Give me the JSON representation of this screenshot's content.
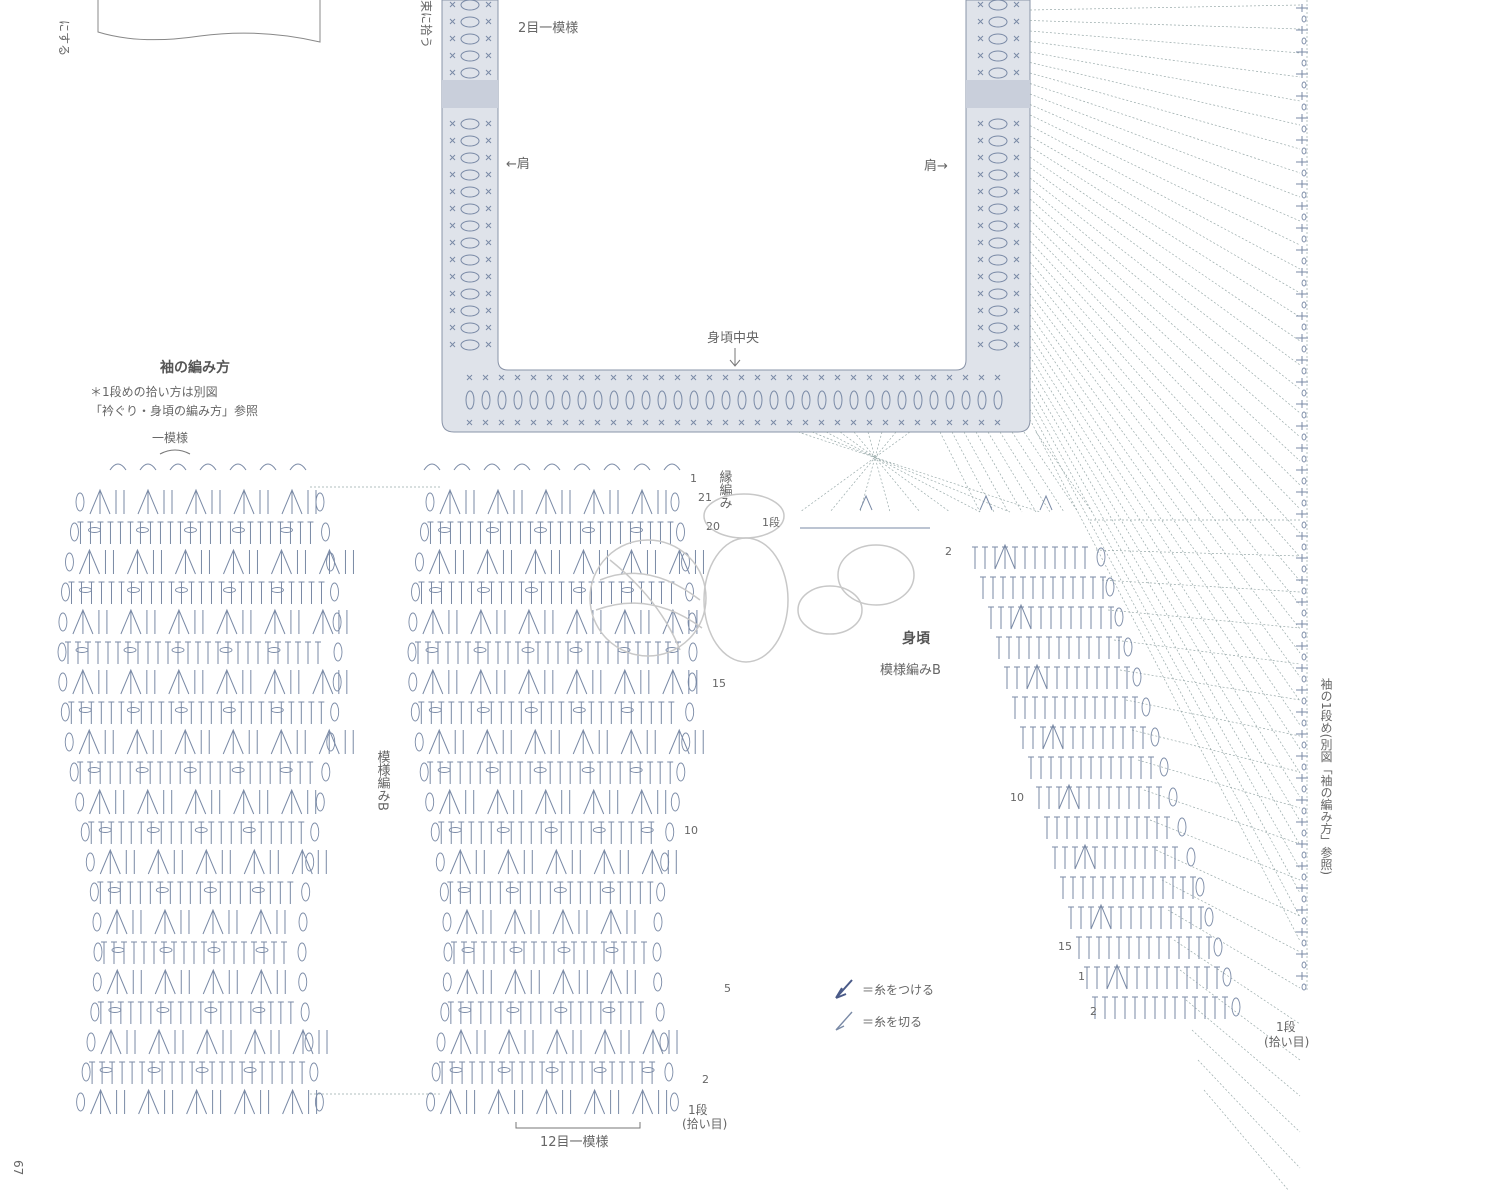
{
  "labels": {
    "top_left_partial": "にする",
    "bunch_pick": "束に拾う",
    "two_st_pattern": "2目一模様",
    "shoulder_left": "←肩",
    "shoulder_right": "肩→",
    "body_center": "身頃中央",
    "sleeve_title": "袖の編み方",
    "sleeve_note_1": "＊1段めの拾い方は別図",
    "sleeve_note_2": "「衿ぐり・身頃の編み方」参照",
    "one_pattern": "一模様",
    "edging": "縁編み",
    "pattern_b_vertical": "模様編みB",
    "twelve_st_pattern": "12目一模様",
    "row1_pick_a": "1段",
    "row1_pick_b": "(拾い目)",
    "body_title": "身頃",
    "body_pattern": "模様編みB",
    "join_yarn": "＝糸をつける",
    "cut_yarn": "＝糸を切る",
    "sleeve_row1_note": "袖の1段め(別図「袖の編み方」参照)",
    "page_number": "67"
  },
  "row_numbers": {
    "sleeve": [
      "1",
      "21",
      "20",
      "15",
      "10",
      "5",
      "2"
    ],
    "body": [
      "1段",
      "2",
      "10",
      "15",
      "1",
      "2"
    ]
  },
  "colors": {
    "stitch": "#7a8aa6",
    "band": "#dfe3ea",
    "text": "#555555"
  }
}
